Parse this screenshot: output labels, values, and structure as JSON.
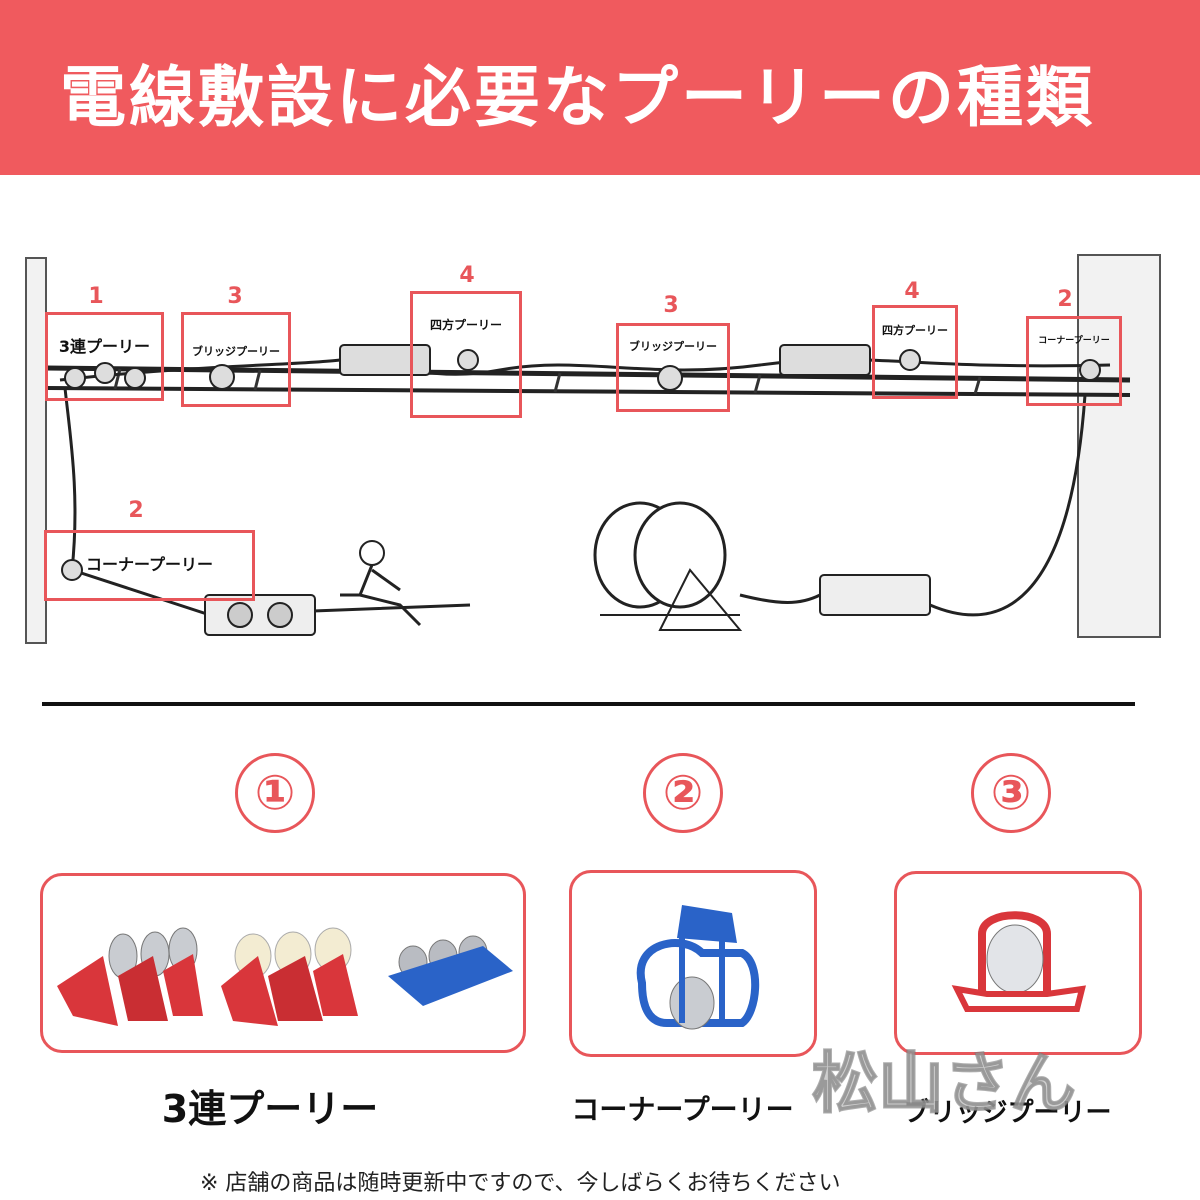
{
  "header": {
    "title": "電線敷設に必要なプーリーの種類",
    "color": "#f05a5e"
  },
  "accent": "#e8565a",
  "diagram": {
    "callouts": [
      {
        "number": "1",
        "label": "3連プーリー"
      },
      {
        "number": "3",
        "label": "ブリッジプーリー"
      },
      {
        "number": "4",
        "label": "四方プーリー"
      },
      {
        "number": "3",
        "label": "ブリッジプーリー"
      },
      {
        "number": "4",
        "label": "四方プーリー"
      },
      {
        "number": "2",
        "label": "コーナープーリー"
      },
      {
        "number": "2",
        "label": "コーナープーリー"
      }
    ]
  },
  "products": [
    {
      "number": "①",
      "name": "3連プーリー",
      "variants": [
        "silver-red",
        "cream-red",
        "blue"
      ]
    },
    {
      "number": "②",
      "name": "コーナープーリー",
      "variants": [
        "blue-frame"
      ]
    },
    {
      "number": "③",
      "name": "ブリッジプーリー",
      "variants": [
        "red-frame"
      ]
    }
  ],
  "watermark": "松山さん",
  "footnote": "※ 店舗の商品は随時更新中ですので、今しばらくお待ちください"
}
